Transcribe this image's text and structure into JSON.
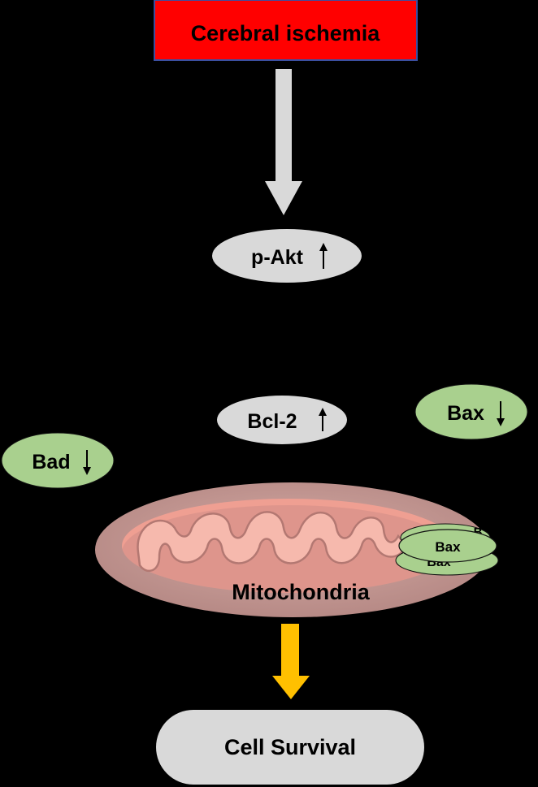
{
  "colors": {
    "background": "#000000",
    "ischemia_fill": "#ff0000",
    "ischemia_border": "#3b4fa0",
    "gray_node": "#d9d9d9",
    "arrow_gray": "#d9d9d9",
    "green_node": "#a9d08e",
    "green_border": "#000000",
    "mito_outer": "#c49b97",
    "mito_inner": "#ef9f92",
    "mito_crista": "#f4b6aa",
    "arrow_yellow": "#ffc000"
  },
  "nodes": {
    "cerebral_ischemia": "Cerebral ischemia",
    "p_akt": "p-Akt",
    "bcl2": "Bcl-2",
    "bax_top": "Bax",
    "bad": "Bad",
    "mitochondria": "Mitochondria",
    "bax_front": "Bax",
    "bax_mid": "Bax",
    "bax_back": "B",
    "cell_survival": "Cell Survival"
  },
  "indicators": {
    "p_akt": "up",
    "bcl2": "up",
    "bax_top": "down",
    "bad": "down"
  }
}
